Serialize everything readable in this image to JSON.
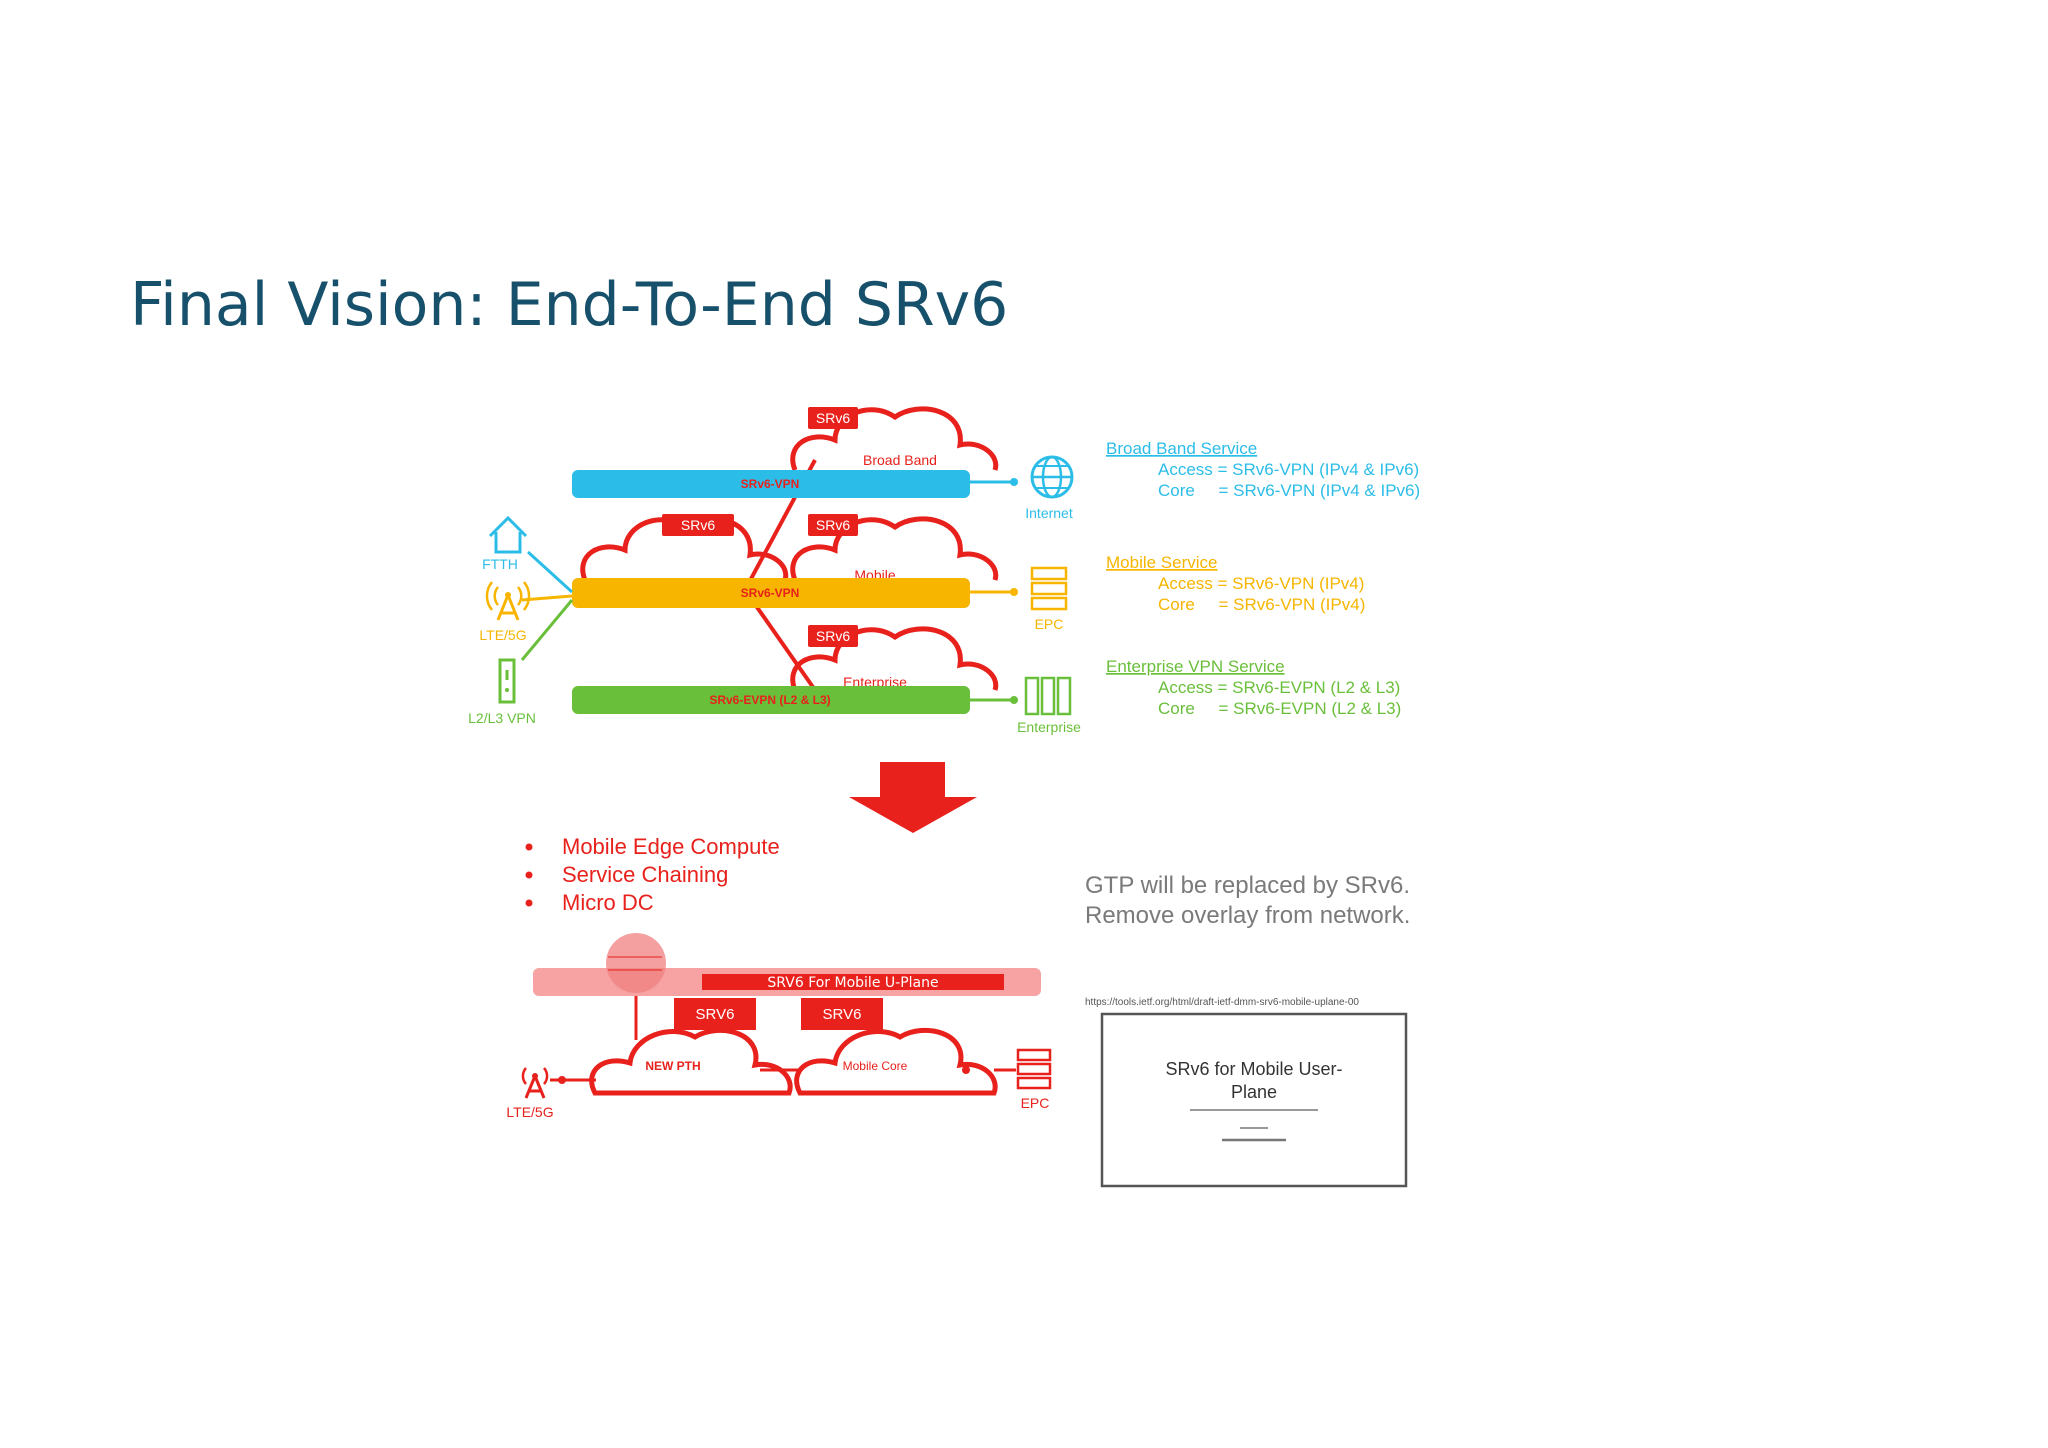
{
  "slide": {
    "title": "Final Vision: End-To-End SRv6"
  },
  "colors": {
    "title": "#17506b",
    "broadband": "#2bbde8",
    "mobile": "#f7b500",
    "enterprise": "#6abf3a",
    "accent_red": "#e8211c",
    "label_gray": "#7a7a7a"
  },
  "top_diagram": {
    "pipes": [
      {
        "label": "SRv6-VPN",
        "color": "#2bbde8"
      },
      {
        "label": "SRv6-VPN",
        "color": "#f7b500"
      },
      {
        "label": "SRv6-EVPN (L2 & L3)",
        "color": "#6abf3a"
      }
    ],
    "clouds": [
      {
        "tag": "SRv6",
        "name": "Broad Band"
      },
      {
        "tag": "SRv6",
        "name": ""
      },
      {
        "tag": "SRv6",
        "name": "Mobile"
      },
      {
        "tag": "SRv6",
        "name": "Enterprise"
      }
    ],
    "access_nodes": [
      {
        "label": "FTTH",
        "icon": "house-icon"
      },
      {
        "label": "LTE/5G",
        "icon": "antenna-icon"
      },
      {
        "label": "L2/L3 VPN",
        "icon": "device-icon"
      }
    ],
    "endpoints": [
      {
        "label": "Internet",
        "icon": "globe-icon"
      },
      {
        "label": "EPC",
        "icon": "server-icon"
      },
      {
        "label": "Enterprise",
        "icon": "building-icon"
      }
    ]
  },
  "services": [
    {
      "heading": "Broad Band Service",
      "access": "Access = SRv6-VPN (IPv4 & IPv6)",
      "core": "Core     = SRv6-VPN (IPv4 & IPv6)",
      "color": "#2bbde8"
    },
    {
      "heading": "Mobile Service",
      "access": "Access = SRv6-VPN (IPv4)",
      "core": "Core     = SRv6-VPN (IPv4)",
      "color": "#f7b500"
    },
    {
      "heading": "Enterprise VPN Service",
      "access": "Access = SRv6-EVPN (L2 & L3)",
      "core": "Core     = SRv6-EVPN (L2 & L3)",
      "color": "#6abf3a"
    }
  ],
  "bottom_diagram": {
    "bullets": [
      "Mobile Edge Compute",
      "Service Chaining",
      "Micro DC"
    ],
    "pipe_label": "SRV6 For Mobile U-Plane",
    "tags": [
      "SRV6",
      "SRV6"
    ],
    "clouds": [
      {
        "name": "NEW PTH"
      },
      {
        "name": "Mobile Core"
      }
    ],
    "left_node": "LTE/5G",
    "right_node": "EPC",
    "note_line1": "GTP will be replaced by SRv6.",
    "note_line2": "Remove overlay from network.",
    "url": "https://tools.ietf.org/html/draft-ietf-dmm-srv6-mobile-uplane-00",
    "doc_title_line1": "SRv6 for Mobile User-",
    "doc_title_line2": "Plane"
  }
}
